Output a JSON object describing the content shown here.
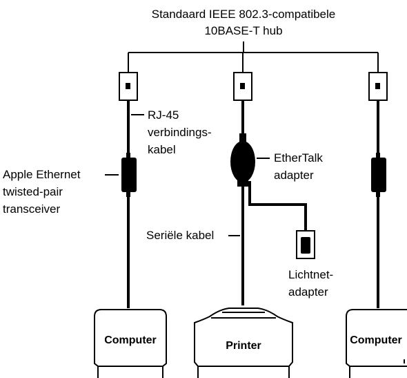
{
  "hub": {
    "line1": "Standaard IEEE 802.3-compatibele",
    "line2": "10BASE-T hub"
  },
  "rj45": {
    "line1": "RJ-45",
    "line2": "verbindings-",
    "line3": "kabel"
  },
  "transceiver": {
    "line1": "Apple Ethernet",
    "line2": "twisted-pair",
    "line3": "transceiver"
  },
  "ethertalk": {
    "line1": "EtherTalk",
    "line2": "adapter"
  },
  "serial_cable": "Seriële kabel",
  "power_adapter": {
    "line1": "Lichtnet-",
    "line2": "adapter"
  },
  "devices": {
    "left_computer": "Computer",
    "printer": "Printer",
    "right_computer": "Computer"
  }
}
